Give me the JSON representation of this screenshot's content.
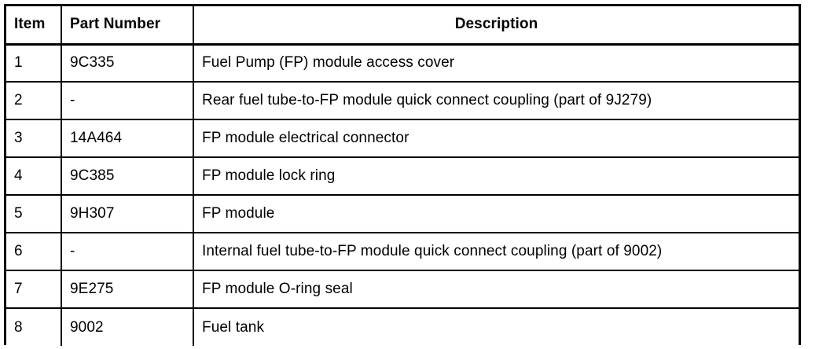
{
  "table": {
    "columns": [
      {
        "key": "item",
        "label": "Item",
        "align": "left"
      },
      {
        "key": "part_number",
        "label": "Part Number",
        "align": "left"
      },
      {
        "key": "description",
        "label": "Description",
        "align": "center"
      }
    ],
    "rows": [
      {
        "item": "1",
        "part_number": "9C335",
        "description": "Fuel Pump (FP) module access cover"
      },
      {
        "item": "2",
        "part_number": "-",
        "description": "Rear fuel tube-to-FP module quick connect coupling (part of 9J279)"
      },
      {
        "item": "3",
        "part_number": "14A464",
        "description": "FP module electrical connector"
      },
      {
        "item": "4",
        "part_number": "9C385",
        "description": "FP module lock ring"
      },
      {
        "item": "5",
        "part_number": "9H307",
        "description": "FP module"
      },
      {
        "item": "6",
        "part_number": "-",
        "description": "Internal fuel tube-to-FP module quick connect coupling (part of 9002)"
      },
      {
        "item": "7",
        "part_number": "9E275",
        "description": "FP module O-ring seal"
      },
      {
        "item": "8",
        "part_number": "9002",
        "description": "Fuel tank"
      }
    ]
  },
  "colors": {
    "border": "#000000",
    "text": "#000000",
    "background": "#ffffff"
  }
}
